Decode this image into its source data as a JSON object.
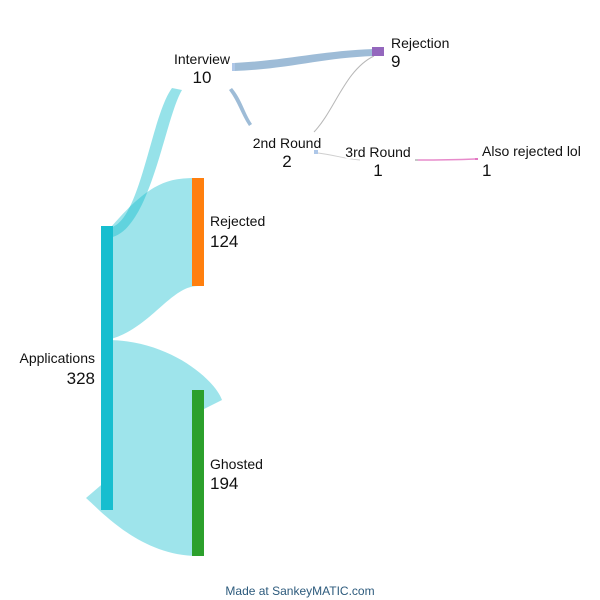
{
  "diagram": {
    "type": "sankey",
    "nodes": [
      {
        "id": "applications",
        "name": "Applications",
        "value": "328",
        "color": "#17becf"
      },
      {
        "id": "rejected",
        "name": "Rejected",
        "value": "124",
        "color": "#ff7f0e"
      },
      {
        "id": "ghosted",
        "name": "Ghosted",
        "value": "194",
        "color": "#2ca02c"
      },
      {
        "id": "interview",
        "name": "Interview",
        "value": "10",
        "color": "#aec7e8"
      },
      {
        "id": "rejection",
        "name": "Rejection",
        "value": "9",
        "color": "#9467bd"
      },
      {
        "id": "round2",
        "name": "2nd Round",
        "value": "2",
        "color": "#aec7e8"
      },
      {
        "id": "round3",
        "name": "3rd Round",
        "value": "1",
        "color": "#c7c7c7"
      },
      {
        "id": "also_rejected",
        "name": "Also rejected lol",
        "value": "1",
        "color": "#e377c2"
      }
    ],
    "flows": [
      {
        "from": "applications",
        "to": "rejected",
        "value": 124
      },
      {
        "from": "applications",
        "to": "ghosted",
        "value": 194
      },
      {
        "from": "applications",
        "to": "interview",
        "value": 10
      },
      {
        "from": "interview",
        "to": "rejection",
        "value": 8
      },
      {
        "from": "interview",
        "to": "round2",
        "value": 2
      },
      {
        "from": "round2",
        "to": "rejection",
        "value": 1
      },
      {
        "from": "round2",
        "to": "round3",
        "value": 1
      },
      {
        "from": "round3",
        "to": "also_rejected",
        "value": 1
      }
    ],
    "flow_color": "#17becf"
  },
  "footer": {
    "credit": "Made at SankeyMATIC.com"
  }
}
